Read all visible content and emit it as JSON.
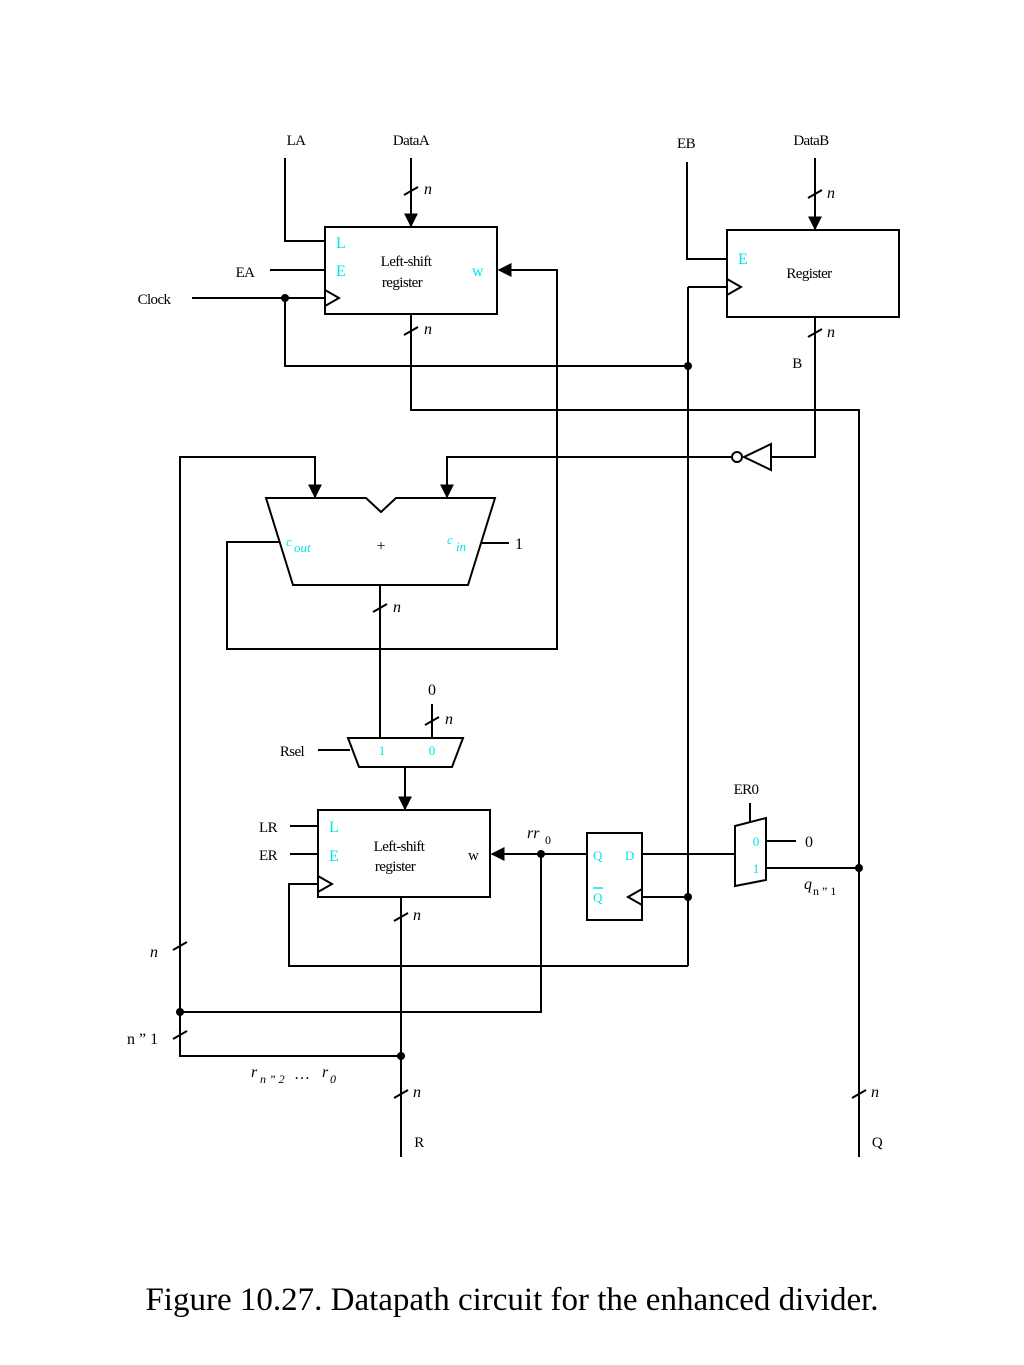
{
  "caption": "Figure 10.27.   Datapath circuit for the enhanced divider.",
  "signals": {
    "la": "LA",
    "data_a": "DataA",
    "eb": "EB",
    "data_b": "DataB",
    "ea": "EA",
    "clock": "Clock",
    "b": "B",
    "rsel": "Rsel",
    "lr": "LR",
    "er": "ER",
    "er0": "ER0",
    "r": "R",
    "q": "Q"
  },
  "bus_width": {
    "n": "n",
    "n_minus_1": "n ” 1"
  },
  "constants": {
    "zero": "0",
    "one": "1"
  },
  "register_a": {
    "line1": "Left-shift",
    "line2": "register",
    "port_l": "L",
    "port_e": "E",
    "port_w": "w"
  },
  "register_b": {
    "label": "Register",
    "port_e": "E"
  },
  "adder": {
    "plus": "+",
    "cout_c": "c",
    "cout_sub": "out",
    "cin_c": "c",
    "cin_sub": "in"
  },
  "mux_r": {
    "in1": "1",
    "in0": "0"
  },
  "register_r": {
    "line1": "Left-shift",
    "line2": "register",
    "port_l": "L",
    "port_e": "E",
    "port_w": "w"
  },
  "flipflop": {
    "q": "Q",
    "d": "D",
    "qbar": "Q"
  },
  "mux_q": {
    "in0": "0",
    "in1": "1"
  },
  "rr0": {
    "main": "rr",
    "sub": "0"
  },
  "qn1": {
    "main": "q",
    "sub": "n ” 1"
  },
  "r_bits": {
    "r1": "r",
    "sub1": "n ” 2",
    "dots": " … ",
    "r2": "r",
    "sub2": "0"
  }
}
